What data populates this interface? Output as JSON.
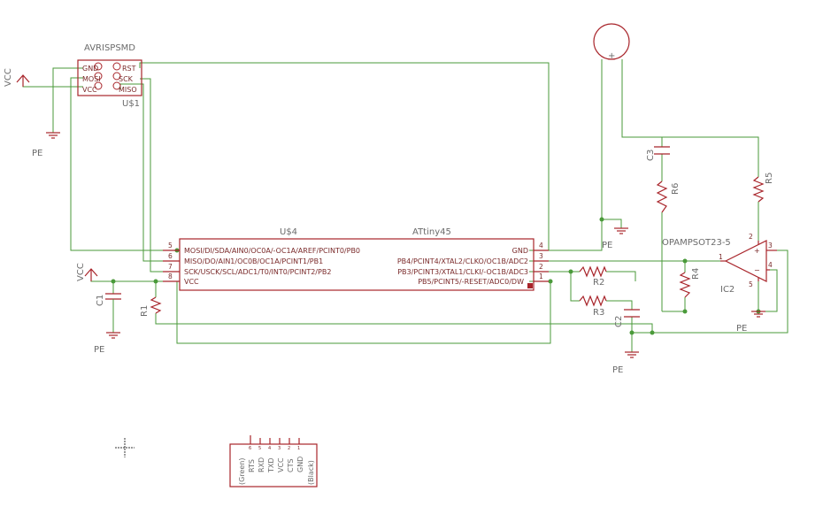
{
  "colors": {
    "wire": "#4a9a3a",
    "part": "#a8242a",
    "label": "#6b6b6b",
    "background": "#ffffff"
  },
  "labels": {
    "vcc": "VCC",
    "pe": "PE",
    "isp_name": "AVRISPSMD",
    "isp_ref": "U$1",
    "isp_pins": [
      "GND",
      "MOSI",
      "VCC",
      "RST",
      "SCK",
      "MISO"
    ],
    "mcu_ref": "U$4",
    "mcu_name": "ATtiny45",
    "mcu_left_pins": [
      {
        "num": "5",
        "name": "MOSI/DI/SDA/AIN0/OC0A/-OC1A/AREF/PCINT0/PB0"
      },
      {
        "num": "6",
        "name": "MISO/DO/AIN1/OC0B/OC1A/PCINT1/PB1"
      },
      {
        "num": "7",
        "name": "SCK/USCK/SCL/ADC1/T0/INT0/PCINT2/PB2"
      },
      {
        "num": "8",
        "name": "VCC"
      }
    ],
    "mcu_right_pins": [
      {
        "num": "4",
        "name": "GND"
      },
      {
        "num": "3",
        "name": "PB4/PCINT4/XTAL2/CLKO/OC1B/ADC2"
      },
      {
        "num": "2",
        "name": "PB3/PCINT3/XTAL1/CLKI/-OC1B/ADC3"
      },
      {
        "num": "1",
        "name": "PB5/PCINT5/-RESET/ADC0/DW"
      }
    ],
    "opamp_name": "OPAMPSOT23-5",
    "opamp_ref": "IC2",
    "opamp_pins": [
      "1",
      "2",
      "3",
      "4",
      "5"
    ],
    "opamp_plus": "+",
    "opamp_minus": "−",
    "sensor_plus": "+",
    "c1": "C1",
    "c2": "C2",
    "c3": "C3",
    "r1": "R1",
    "r2": "R2",
    "r3": "R3",
    "r4": "R4",
    "r5": "R5",
    "r6": "R6",
    "ftdi_pins": [
      "(Green)",
      "RTS",
      "RXD",
      "TXD",
      "VCC",
      "CTS",
      "GND",
      "(Black)"
    ],
    "ftdi_nums": [
      "6",
      "5",
      "4",
      "3",
      "2",
      "1"
    ]
  },
  "icons": {
    "crosshair": "crosshair-icon",
    "ground": "ground-icon",
    "supply": "vcc-arrow-icon"
  }
}
